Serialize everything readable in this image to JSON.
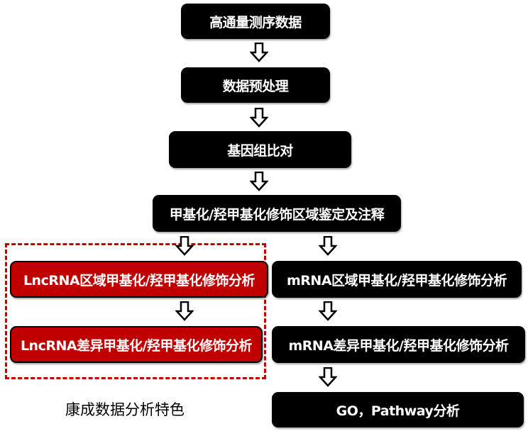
{
  "steps": {
    "s1": "高通量测序数据",
    "s2": "数据预处理",
    "s3": "基因组比对",
    "s4": "甲基化/羟甲基化修饰区域鉴定及注释"
  },
  "left": {
    "region": "LncRNA区域甲基化/羟甲基化修饰分析",
    "diff": "LncRNA差异甲基化/羟甲基化修饰分析",
    "caption": "康成数据分析特色"
  },
  "right": {
    "region": "mRNA区域甲基化/羟甲基化修饰分析",
    "diff": "mRNA差异甲基化/羟甲基化修饰分析",
    "go": "GO，Pathway分析"
  },
  "colors": {
    "highlight": "#c00000",
    "box": "#000000"
  }
}
